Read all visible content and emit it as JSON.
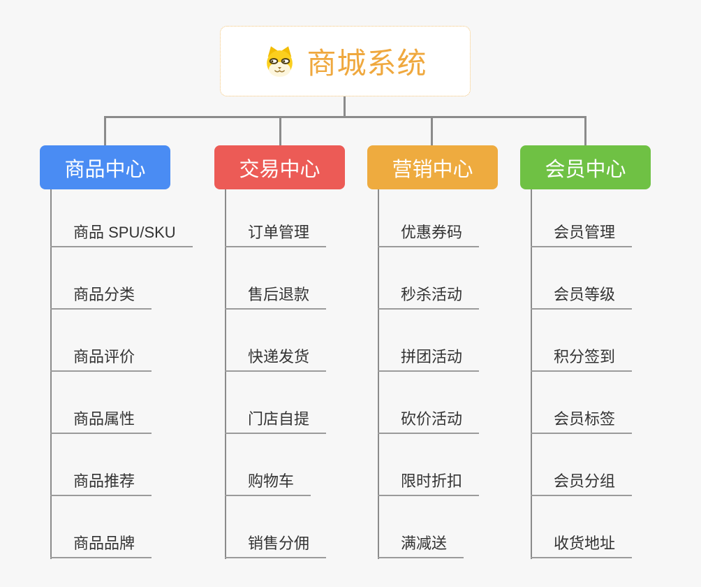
{
  "canvas": {
    "background": "#f7f7f7",
    "connector_color": "#8b8b8b",
    "underline_color": "#9b9b9b"
  },
  "root": {
    "title": "商城系统",
    "icon": "dog-face-icon",
    "title_color": "#efa83e",
    "border_color": "#f3c375"
  },
  "branches": [
    {
      "label": "商品中心",
      "color": "#4a8cf3",
      "items": [
        "商品 SPU/SKU",
        "商品分类",
        "商品评价",
        "商品属性",
        "商品推荐",
        "商品品牌"
      ]
    },
    {
      "label": "交易中心",
      "color": "#ec5b56",
      "items": [
        "订单管理",
        "售后退款",
        "快递发货",
        "门店自提",
        "购物车",
        "销售分佣"
      ]
    },
    {
      "label": "营销中心",
      "color": "#eeab3f",
      "items": [
        "优惠券码",
        "秒杀活动",
        "拼团活动",
        "砍价活动",
        "限时折扣",
        "满减送"
      ]
    },
    {
      "label": "会员中心",
      "color": "#6fc144",
      "items": [
        "会员管理",
        "会员等级",
        "积分签到",
        "会员标签",
        "会员分组",
        "收货地址"
      ]
    }
  ]
}
